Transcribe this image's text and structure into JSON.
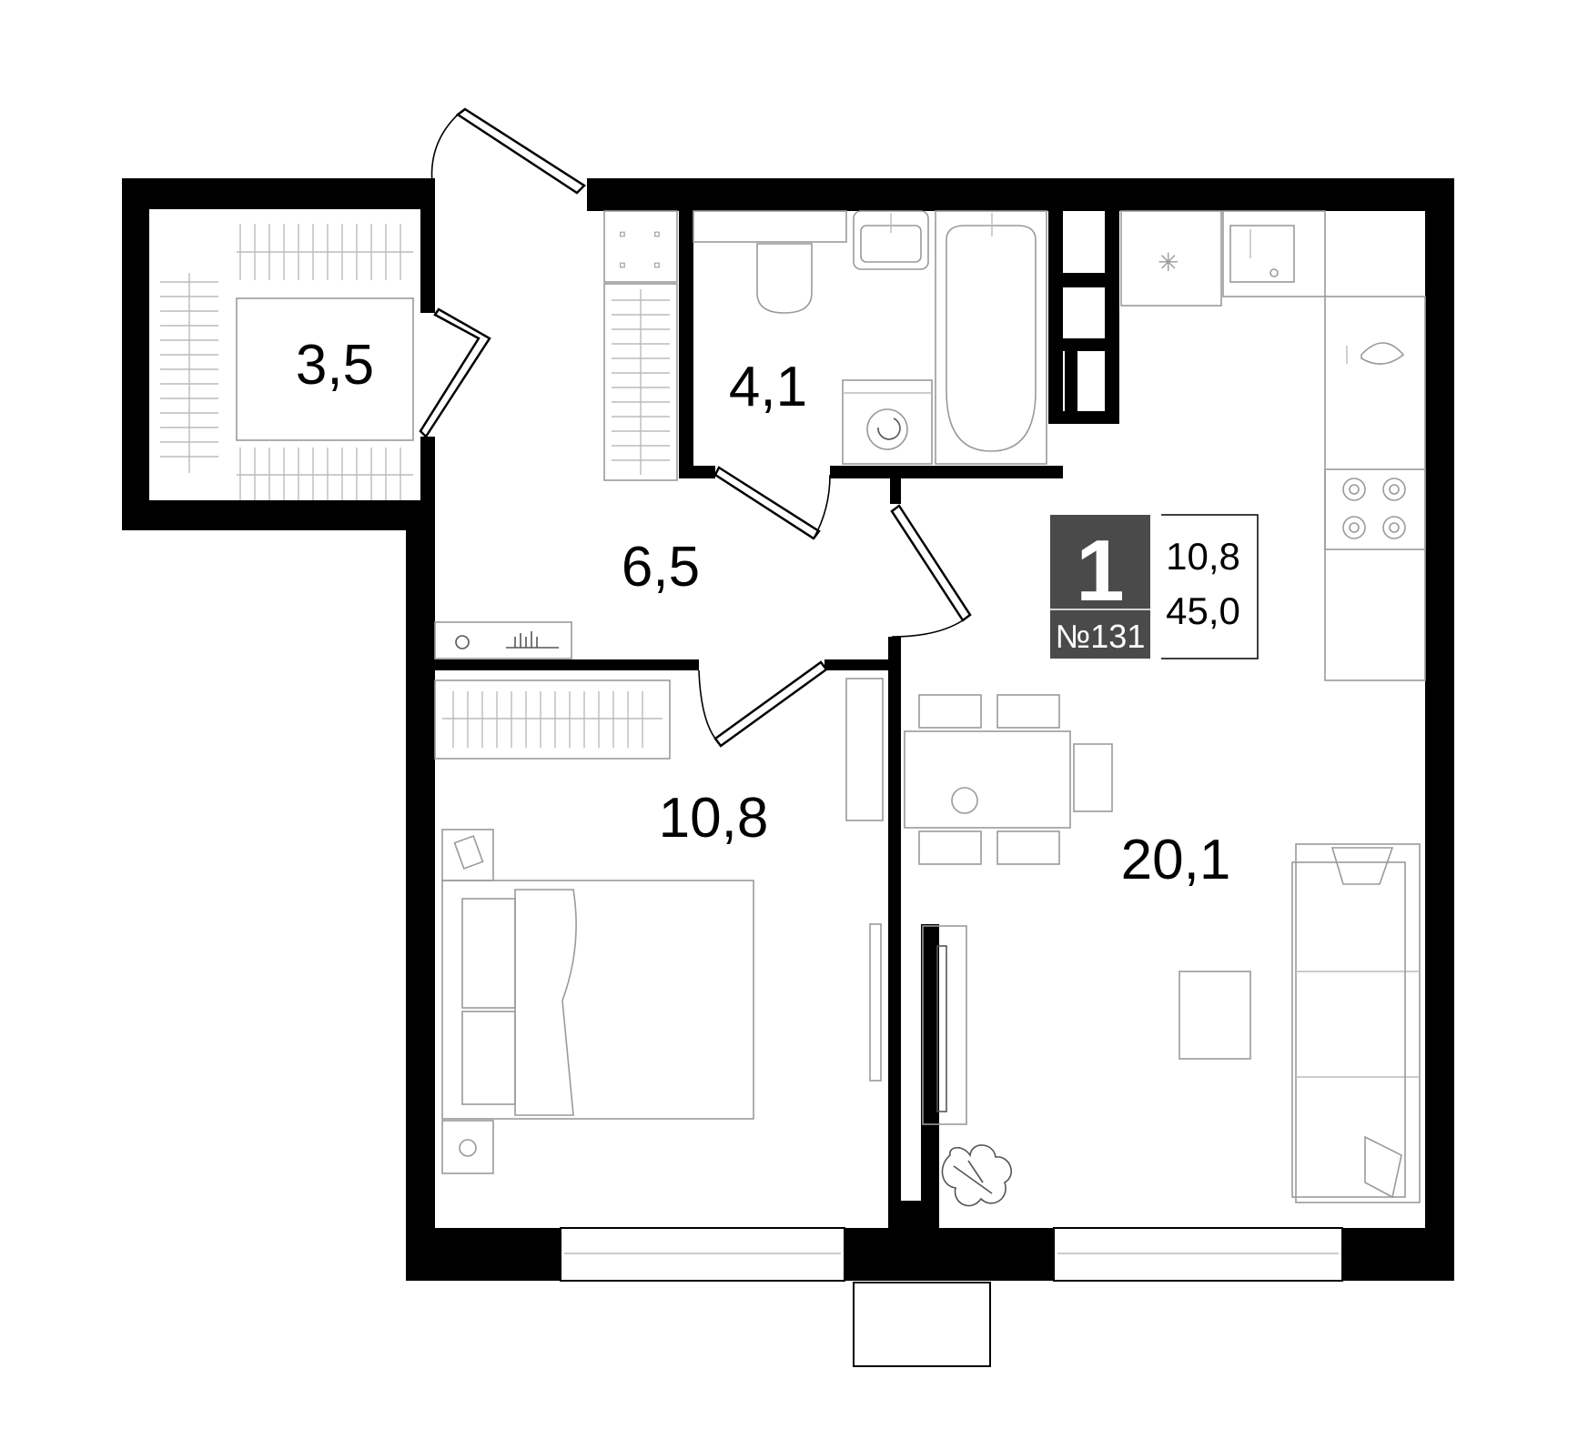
{
  "plan": {
    "rooms": [
      {
        "id": "wardrobe",
        "area": "3,5"
      },
      {
        "id": "bathroom",
        "area": "4,1"
      },
      {
        "id": "hallway",
        "area": "6,5"
      },
      {
        "id": "bedroom",
        "area": "10,8"
      },
      {
        "id": "living-kitchen",
        "area": "20,1"
      }
    ],
    "badge": {
      "rooms_count": "1",
      "apartment_number": "№131"
    },
    "summary": {
      "living_area": "10,8",
      "total_area": "45,0"
    },
    "colors": {
      "wall": "#000000",
      "badge": "#4a4a4a",
      "furniture": "#9a9a9a"
    }
  }
}
